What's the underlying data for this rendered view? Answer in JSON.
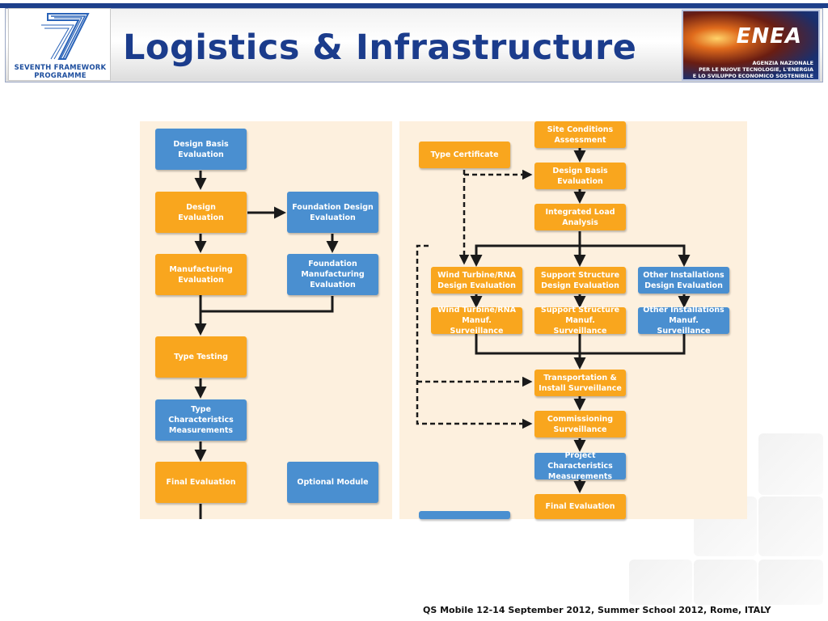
{
  "header": {
    "title": "Logistics & Infrastructure",
    "fp7_logo": {
      "line1": "SEVENTH FRAMEWORK",
      "line2": "PROGRAMME"
    },
    "enea_logo": {
      "name": "ENEA",
      "line1": "AGENZIA NAZIONALE",
      "line2": "PER LE NUOVE TECNOLOGIE, L'ENERGIA",
      "line3": "E LO SVILUPPO ECONOMICO SOSTENIBILE"
    }
  },
  "diagram_left": {
    "design_basis": "Design Basis\nEvaluation",
    "design_evaluation": "Design\nEvaluation",
    "foundation_design": "Foundation Design\nEvaluation",
    "manufacturing_evaluation": "Manufacturing\nEvaluation",
    "foundation_manufacturing": "Foundation\nManufacturing\nEvaluation",
    "type_testing": "Type Testing",
    "type_characteristics": "Type Characteristics\nMeasurements",
    "final_evaluation": "Final Evaluation",
    "optional_module": "Optional Module"
  },
  "diagram_right": {
    "site_conditions": "Site Conditions\nAssessment",
    "type_certificate": "Type Certificate",
    "design_basis": "Design Basis\nEvaluation",
    "integrated_load": "Integrated Load\nAnalysis",
    "wind_turbine_design": "Wind Turbine/RNA\nDesign Evaluation",
    "support_structure_design": "Support Structure\nDesign Evaluation",
    "other_installations_design": "Other Installations\nDesign Evaluation",
    "wind_turbine_manuf": "Wind Turbine/RNA\nManuf. Surveillance",
    "support_structure_manuf": "Support Structure\nManuf. Surveillance",
    "other_installations_manuf": "Other Installations\nManuf. Surveillance",
    "transportation": "Transportation &\nInstall Surveillance",
    "commissioning": "Commissioning\nSurveillance",
    "project_characteristics": "Project Characteristics\nMeasurements",
    "final_evaluation": "Final Evaluation"
  },
  "colors": {
    "orange": "#f9a61e",
    "blue": "#4a8fd0",
    "panel": "#fdf0de",
    "title": "#1b3c8c"
  },
  "footer": "QS Mobile 12-14 September 2012, Summer School 2012, Rome, ITALY"
}
